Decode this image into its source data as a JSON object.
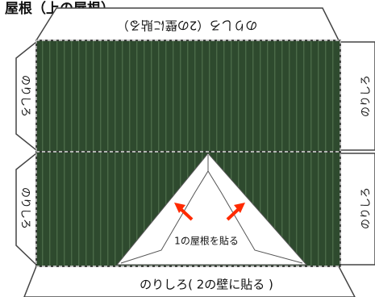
{
  "heading": "屋根（上の屋根）",
  "tabs": {
    "top": "のりしろ（2の壁に貼る）",
    "bottom": "のりしろ( 2の壁に貼る )",
    "left_upper": "のりしろ",
    "left_lower": "のりしろ",
    "right_upper": "のりしろ",
    "right_lower": "のりしろ"
  },
  "roof_label": "1の屋根を貼る",
  "colors": {
    "roof_green": "#2e4a2e",
    "stripe": "#4a6a48",
    "outline": "#333333",
    "fold_line": "#ffffff",
    "arrow": "#ff2a00",
    "paper": "#ffffff"
  },
  "icons": [
    "arrow-up-left-icon",
    "arrow-up-right-icon"
  ]
}
